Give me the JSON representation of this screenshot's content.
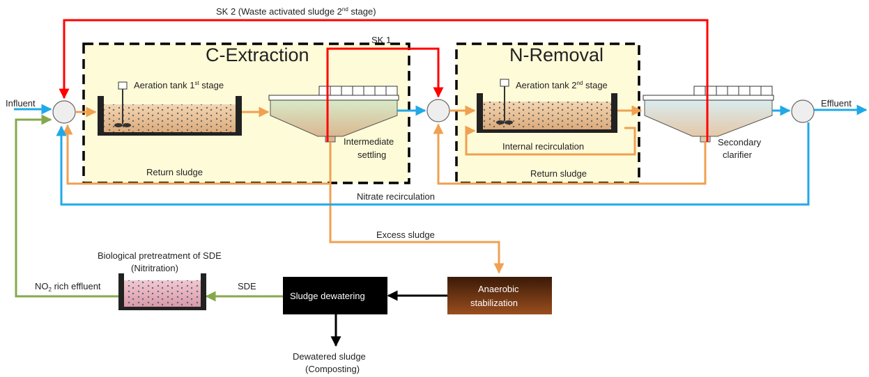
{
  "labels": {
    "sk2": "SK 2 (Waste activated  sludge 2",
    "sk2_sup": "nd",
    "sk2_end": " stage)",
    "sk1": "SK 1",
    "c_extraction": "C-Extraction",
    "n_removal": "N-Removal",
    "influent": "Influent",
    "effluent": "Effluent",
    "aeration1": "Aeration tank 1",
    "aeration1_sup": "st",
    "aeration1_end": " stage",
    "aeration2": "Aeration tank 2",
    "aeration2_sup": "nd",
    "aeration2_end": " stage",
    "intermediate_1": "Intermediate",
    "intermediate_2": "settling",
    "secondary_1": "Secondary",
    "secondary_2": "clarifier",
    "internal_recirc": "Internal recirculation",
    "return_sludge_1": "Return sludge",
    "return_sludge_2": "Return sludge",
    "nitrate_recirc": "Nitrate recirculation",
    "excess_sludge": "Excess sludge",
    "biological_1": "Biological pretreatment of SDE",
    "biological_2": "(Nitritration)",
    "no2_pre": "NO",
    "no2_sub": "2",
    "no2_post": " rich effluent",
    "sde": "SDE",
    "sludge_dewatering": "Sludge dewatering",
    "anaerobic_1": "Anaerobic",
    "anaerobic_2": "stabilization",
    "dewatered_1": "Dewatered sludge",
    "dewatered_2": "(Composting)"
  },
  "colors": {
    "red": "#ff0000",
    "orange": "#f0a050",
    "blue": "#20a8e8",
    "green": "#86a84c",
    "black": "#000000",
    "zone_fill": "#fefbd8",
    "brown_dark": "#3a1a08",
    "brown_light": "#9a4e1e"
  }
}
